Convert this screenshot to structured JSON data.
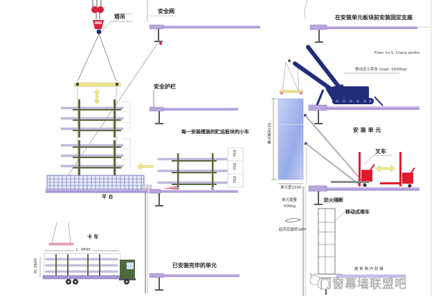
{
  "labels": {
    "tower_crane": "塔吊",
    "safety_net": "安全网",
    "safety_railing": "安全护栏",
    "install_bracket_note": "在安装单元板块前安装固定支座",
    "floor_crane_note": "Floor n+1: Crane works",
    "mobile_crane": "移动式小吊车 (load :1500kg)",
    "storage_cart_note": "每一安装楼层的贮运板块的小车",
    "platform": "平  台",
    "install_unit": "安 装 单 元",
    "forklift": "叉车",
    "unit_height": "单元高4110",
    "unit_width": "单元宽1500",
    "unit_weight_1": "单元重量",
    "unit_weight_2": "500kg",
    "rotate_note": "起吊后旋转180°",
    "fire_barrier": "防火隔断",
    "mobile_tower": "移动式塔车",
    "installed_unit": "已安装完毕的单元",
    "truck": "卡  车",
    "truck_length": "L: 9600",
    "truck_height": "H: 2600",
    "dim_750_a": "750",
    "dim_750_b": "750",
    "dim_750_c": "750",
    "bottom_note": "施 術 側 内 射 縁",
    "watermark": "门窗幕墙联盟吧"
  },
  "colors": {
    "slab": "#b9a6dc",
    "slab_dark": "#7d66b4",
    "crane_red": "#d8213c",
    "crane_blue": "#1f2d7a",
    "forklift_red": "#e01b2d",
    "rack_olive": "#5b6a3a",
    "rack_bar": "#c6bde0",
    "arrow_yellow": "#f3ec8a",
    "glass_blue": "#a6b8ee",
    "platform_grid": "#5560a8"
  }
}
